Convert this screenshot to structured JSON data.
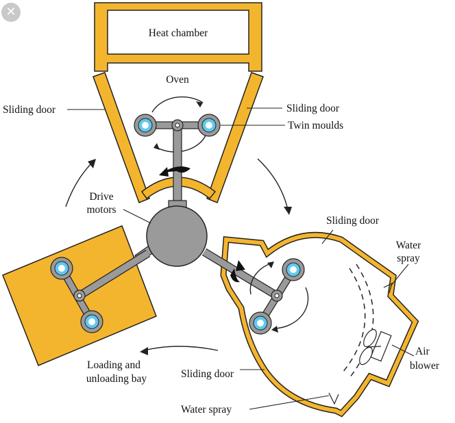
{
  "close_button": {
    "glyph": "✕",
    "icon": "close-icon"
  },
  "labels": {
    "heat_chamber": "Heat chamber",
    "oven": "Oven",
    "sliding_door_left": "Sliding door",
    "sliding_door_right": "Sliding door",
    "twin_moulds": "Twin moulds",
    "drive_motors_line1": "Drive",
    "drive_motors_line2": "motors",
    "sliding_door_cooling_top": "Sliding door",
    "water_spray_top_line1": "Water",
    "water_spray_top_line2": "spray",
    "air_blower_line1": "Air",
    "air_blower_line2": "blower",
    "loading_line1": "Loading and",
    "loading_line2": "unloading bay",
    "sliding_door_cooling_bottom": "Sliding door",
    "water_spray_bottom": "Water spray"
  },
  "colors": {
    "frame_yellow": "#f4b52e",
    "mould_blue": "#5fc8ef",
    "steel_gray": "#9a9a9a",
    "outline": "#222222"
  }
}
